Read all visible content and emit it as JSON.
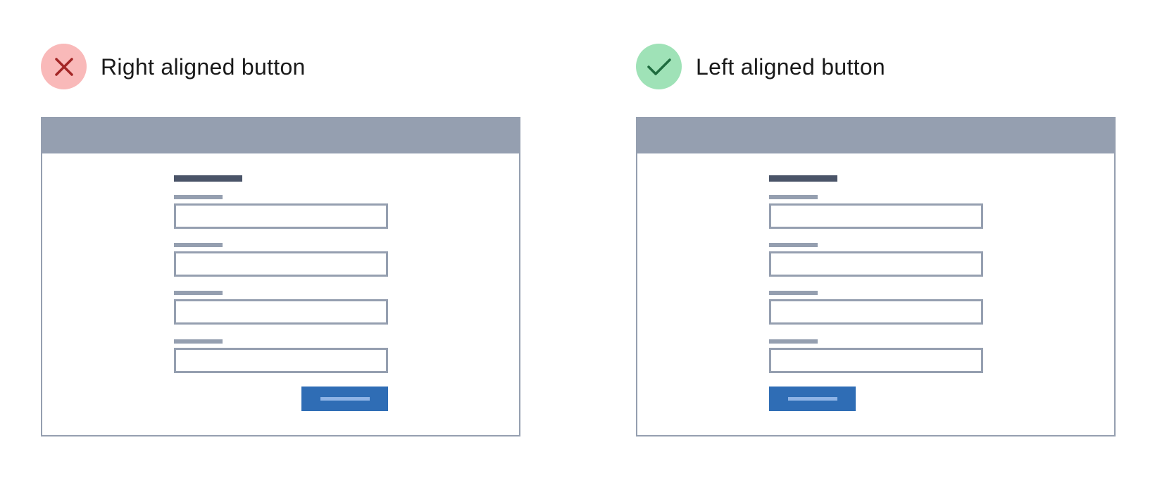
{
  "examples": [
    {
      "id": "wrong",
      "label": "Right aligned button",
      "icon": "x-mark-icon",
      "badge_color": "#f9b9b9",
      "icon_color": "#a32626",
      "button_alignment": "right"
    },
    {
      "id": "correct",
      "label": "Left aligned button",
      "icon": "checkmark-icon",
      "badge_color": "#9fe2b7",
      "icon_color": "#1e6b3e",
      "button_alignment": "left"
    }
  ],
  "form": {
    "field_count": 4
  },
  "colors": {
    "frame": "#959fb0",
    "form_title": "#4a5468",
    "button": "#2f6db5",
    "button_text_placeholder": "#8fb4e6"
  }
}
